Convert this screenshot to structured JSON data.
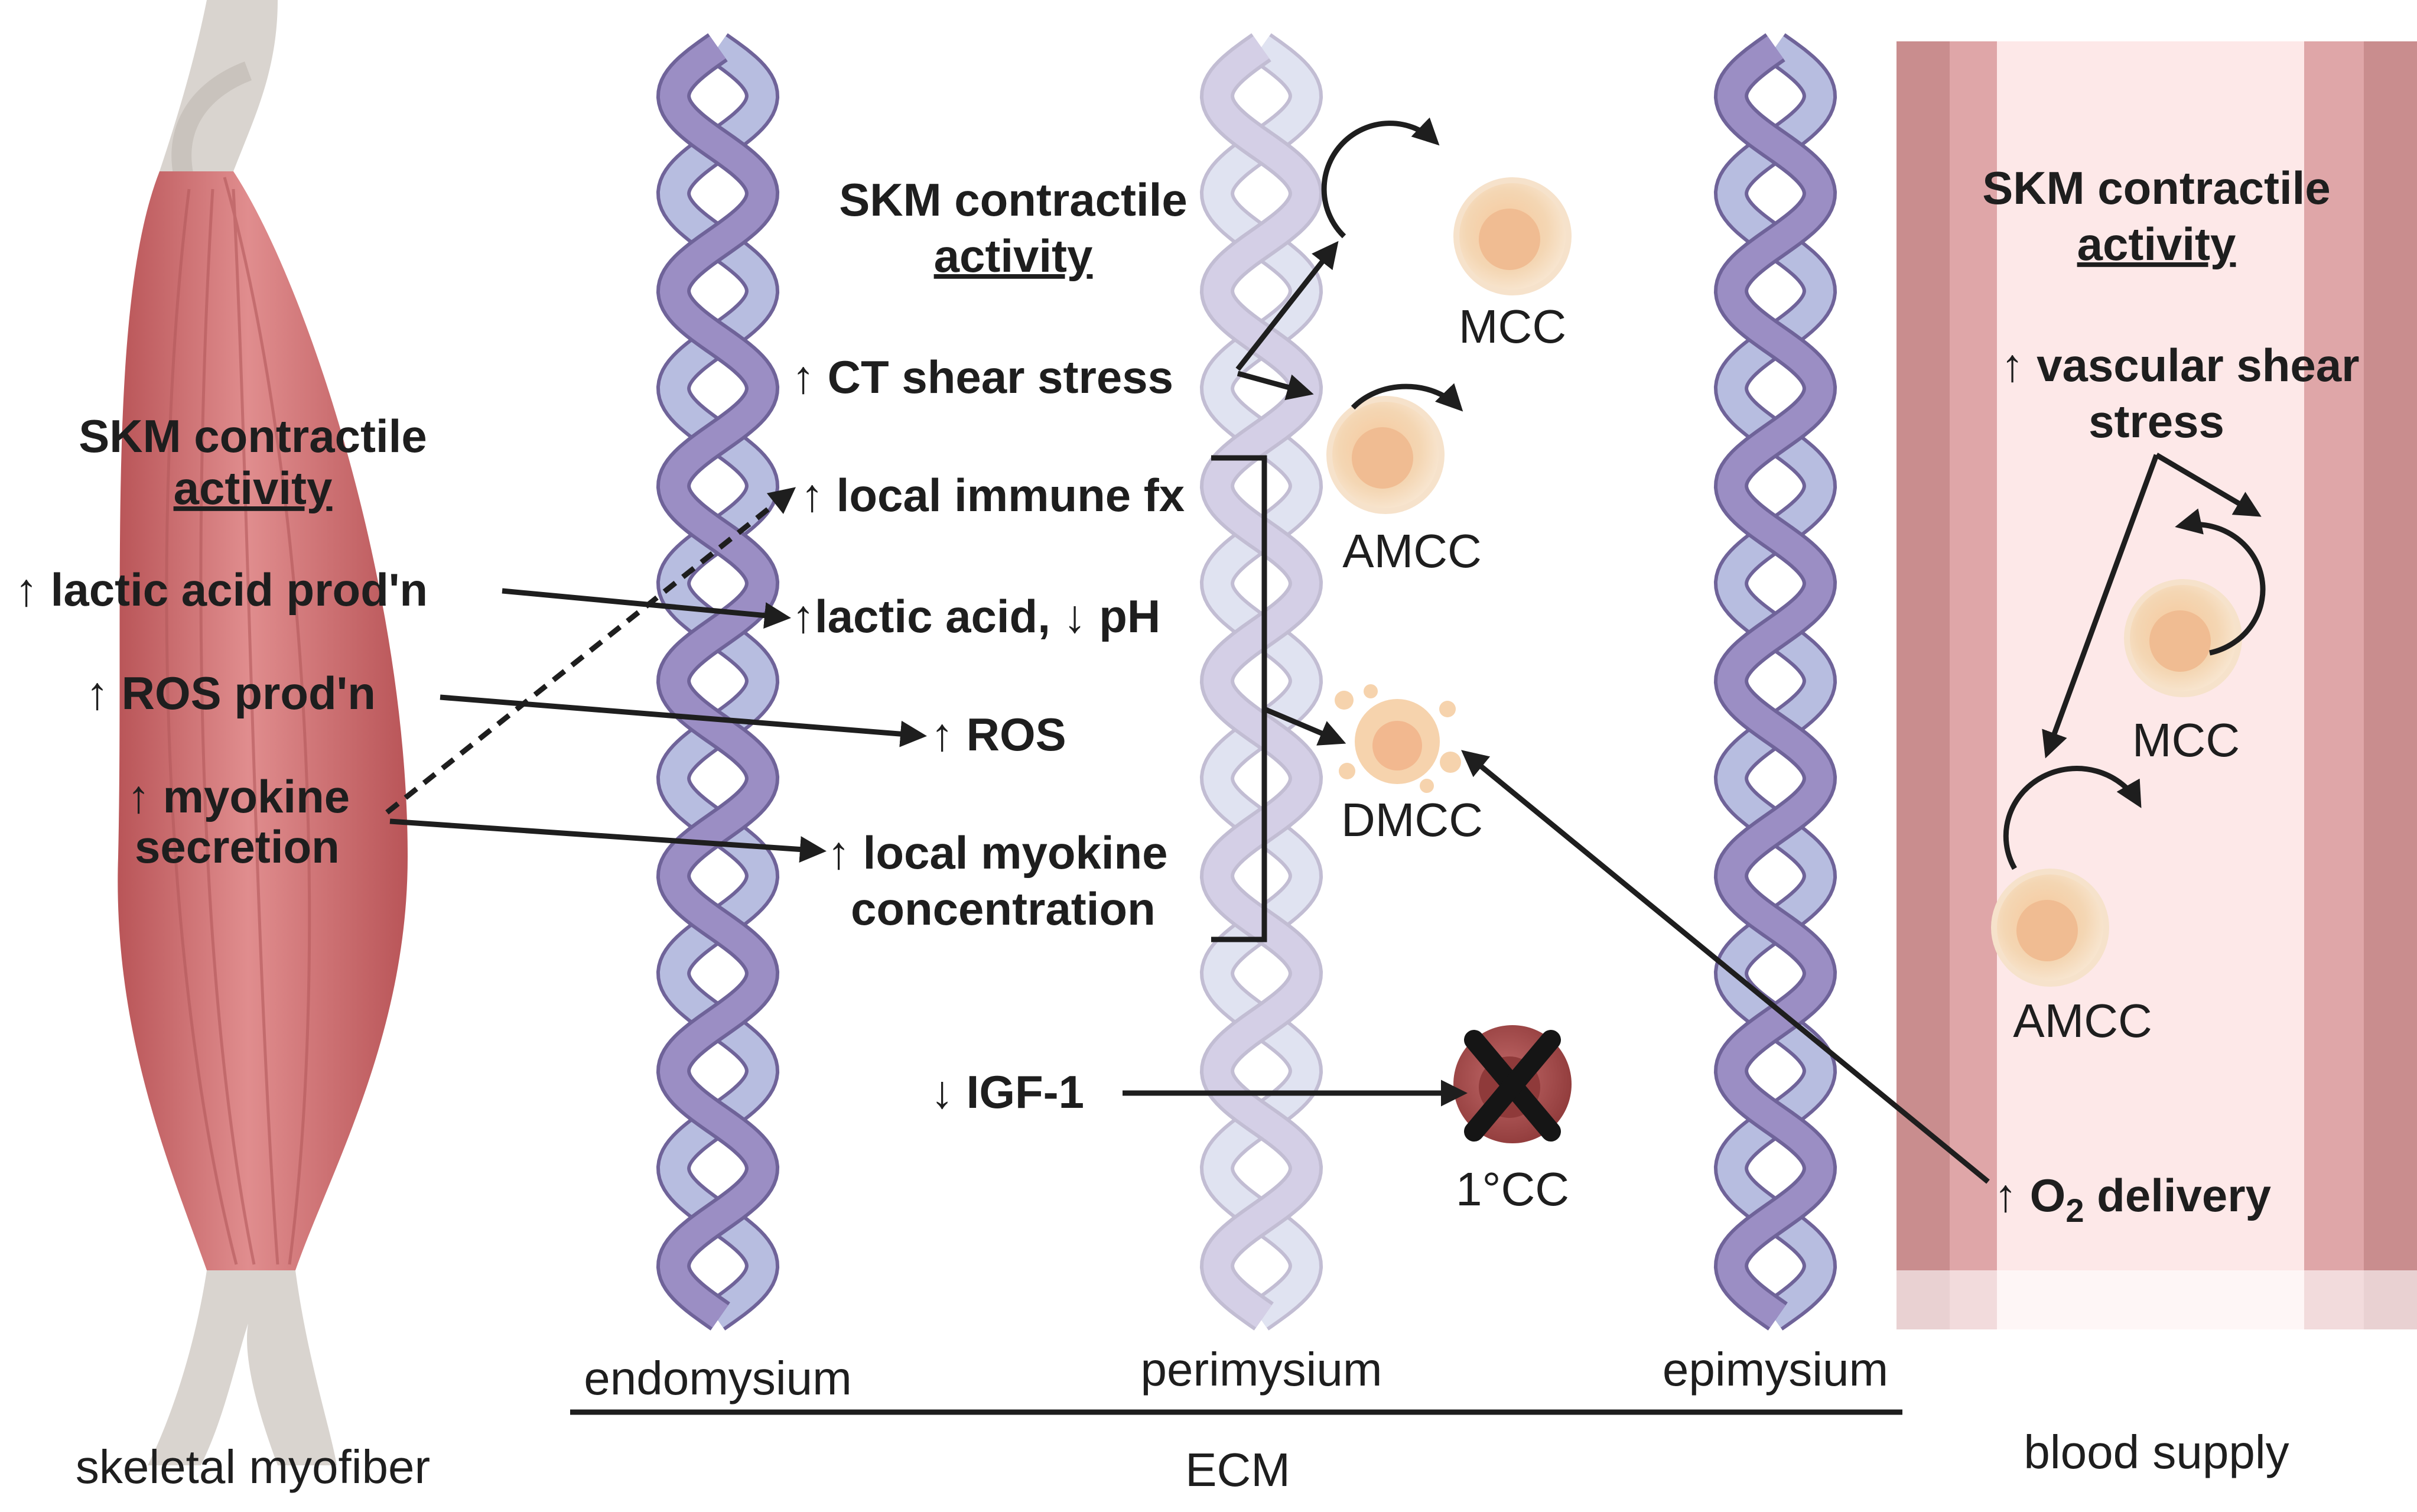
{
  "muscle": {
    "heading_line1": "SKM contractile",
    "heading_line2": "activity",
    "items": [
      "↑ lactic acid prod'n",
      "↑ ROS prod'n",
      "↑ myokine",
      "secretion"
    ],
    "caption": "skeletal myofiber"
  },
  "ecm": {
    "heading_line1": "SKM contractile",
    "heading_line2": "activity",
    "shear": "↑ CT shear stress",
    "immune": "↑ local immune fx",
    "lactic": "↑lactic acid, ↓ pH",
    "ros": "↑ ROS",
    "myokine_line1": "↑ local myokine",
    "myokine_line2": "concentration",
    "igf": "↓ IGF-1",
    "layers": [
      "endomysium",
      "perimysium",
      "epimysium"
    ],
    "caption": "ECM"
  },
  "cells": {
    "mcc": "MCC",
    "amcc": "AMCC",
    "dmcc": "DMCC",
    "primary": "1°CC"
  },
  "blood": {
    "heading_line1": "SKM contractile",
    "heading_line2": "activity",
    "shear_line1": "↑ vascular shear",
    "shear_line2": "stress",
    "mcc": "MCC",
    "amcc": "AMCC",
    "o2_prefix": "↑ O",
    "o2_sub": "2",
    "o2_suffix": " delivery",
    "caption": "blood supply"
  },
  "colors": {
    "muscle": "#cf6f72",
    "tendon": "#d9d4cf",
    "helix_dark": "#9b8ec4",
    "helix_light": "#b7bde0",
    "vessel_wall": "#c48a8a",
    "vessel_lumen": "#fde8e8",
    "cell": "#f3cfa5",
    "dead_cell": "#b04a4a",
    "text": "#1e1e1e"
  }
}
